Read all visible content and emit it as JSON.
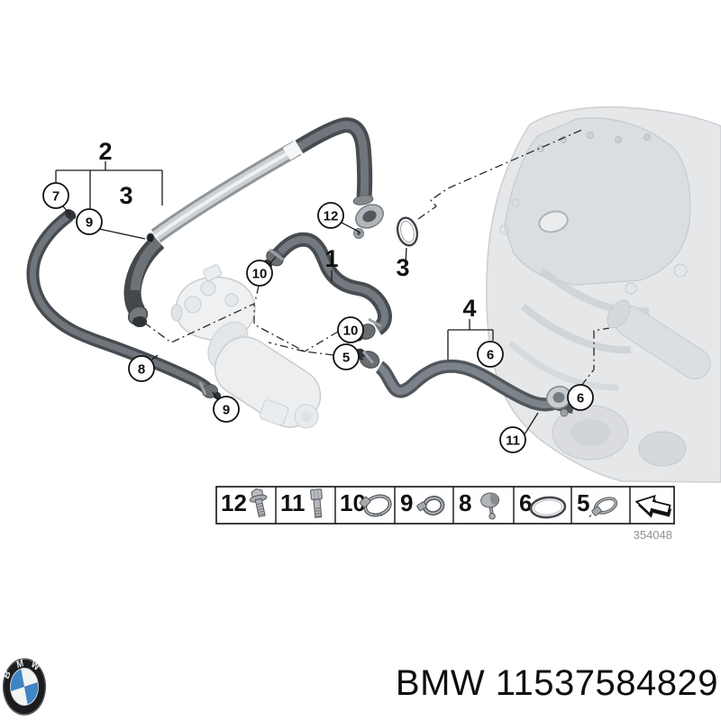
{
  "diagram": {
    "plain_labels": [
      {
        "text": "2"
      },
      {
        "text": "3"
      },
      {
        "text": "1"
      },
      {
        "text": "3"
      },
      {
        "text": "4"
      }
    ],
    "callouts": [
      {
        "text": "7"
      },
      {
        "text": "9"
      },
      {
        "text": "12"
      },
      {
        "text": "10"
      },
      {
        "text": "10"
      },
      {
        "text": "5"
      },
      {
        "text": "6"
      },
      {
        "text": "6"
      },
      {
        "text": "11"
      },
      {
        "text": "8"
      },
      {
        "text": "9"
      }
    ],
    "drawing_number": "354048"
  },
  "legend": {
    "items": [
      {
        "number": "12",
        "icon": "flange-bolt"
      },
      {
        "number": "11",
        "icon": "hex-bolt"
      },
      {
        "number": "10",
        "icon": "hose-clamp-large"
      },
      {
        "number": "9",
        "icon": "hose-clamp"
      },
      {
        "number": "8",
        "icon": "holder-clamp"
      },
      {
        "number": "6",
        "icon": "o-ring"
      },
      {
        "number": "5",
        "icon": "hose-clamp-small"
      },
      {
        "number": "",
        "icon": "direction-arrow"
      }
    ]
  },
  "footer": {
    "caption": "BMW 11537584829",
    "logo_letters": "BMW"
  },
  "colors": {
    "bmw_blue": "#3f84c4",
    "hose_dark": "#474c51",
    "pipe_silver": "#c9cdd1",
    "ghost_gray": "#e3e6e8",
    "line_black": "#1a1a1a"
  }
}
